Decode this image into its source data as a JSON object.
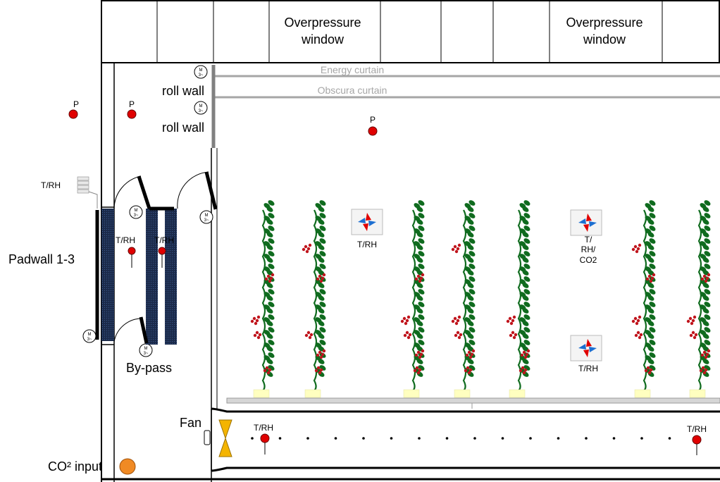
{
  "top_windows": {
    "left_label_line1": "Overpressure",
    "left_label_line2": "window",
    "right_label_line1": "Overpressure",
    "right_label_line2": "window"
  },
  "curtains": {
    "energy": "Energy curtain",
    "obscura": "Obscura curtain"
  },
  "roll_walls": {
    "upper": "roll wall",
    "lower": "roll wall"
  },
  "motor": {
    "line1": "M",
    "line2": "3~"
  },
  "pressure_sensors": {
    "outside": "P",
    "corridor": "P",
    "greenhouse": "P"
  },
  "sensors": {
    "outdoor_trh": "T/RH",
    "corridor_trh_1": "T/RH",
    "corridor_trh_2": "T/RH",
    "box_1": "T/RH",
    "box_2_line1": "T/",
    "box_2_line2": "RH/",
    "box_2_line3": "CO2",
    "box_3": "T/RH",
    "duct_trh_left": "T/RH",
    "duct_trh_right": "T/RH"
  },
  "labels": {
    "padwall": "Padwall 1-3",
    "bypass": "By-pass",
    "fan": "Fan",
    "co2_input": "CO² input"
  },
  "colors": {
    "sensor_red": "#e00000",
    "padwall_blue": "#1b2a4a",
    "curtain_gray": "#a6a6a6",
    "leaf_green": "#0f6b1e",
    "tomato_red": "#c0141c",
    "fan_yellow": "#f4b400",
    "co2_orange": "#f08a24",
    "pot_yellow": "#ffffc0"
  }
}
